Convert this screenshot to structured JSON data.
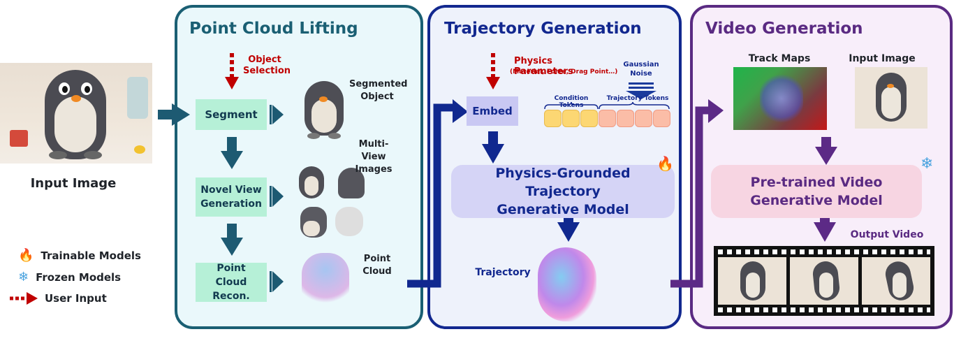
{
  "input": {
    "label": "Input Image"
  },
  "legend": {
    "trainable": "Trainable Models",
    "frozen": "Frozen Models",
    "user_input": "User Input"
  },
  "point_cloud_lifting": {
    "title": "Point Cloud Lifting",
    "object_selection": "Object Selection",
    "segment": "Segment",
    "novel_view": "Novel View Generation",
    "recon": "Point Cloud Recon.",
    "segmented_object": "Segmented Object",
    "multi_view": "Multi-View Images",
    "point_cloud": "Point Cloud"
  },
  "trajectory_generation": {
    "title": "Trajectory Generation",
    "physics_parameters": "Physics Parameters",
    "physics_sub": "(Material, Force, Drag Point…)",
    "gaussian_noise": "Gaussian Noise",
    "embed": "Embed",
    "condition_tokens": "Condition Tokens",
    "trajectory_tokens": "Trajectory Tokens",
    "model": "Physics-Grounded Trajectory Generative Model",
    "trajectory": "Trajectory"
  },
  "video_generation": {
    "title": "Video Generation",
    "track_maps": "Track Maps",
    "input_image": "Input Image",
    "model": "Pre-trained Video Generative Model",
    "output_video": "Output Video"
  },
  "colors": {
    "panel1": "#1a5f73",
    "panel2": "#12288f",
    "panel3": "#5a2a82",
    "arrow_teal": "#1d5a72",
    "arrow_navy": "#10288f",
    "arrow_purple": "#5c2a86",
    "red": "#c00000"
  }
}
